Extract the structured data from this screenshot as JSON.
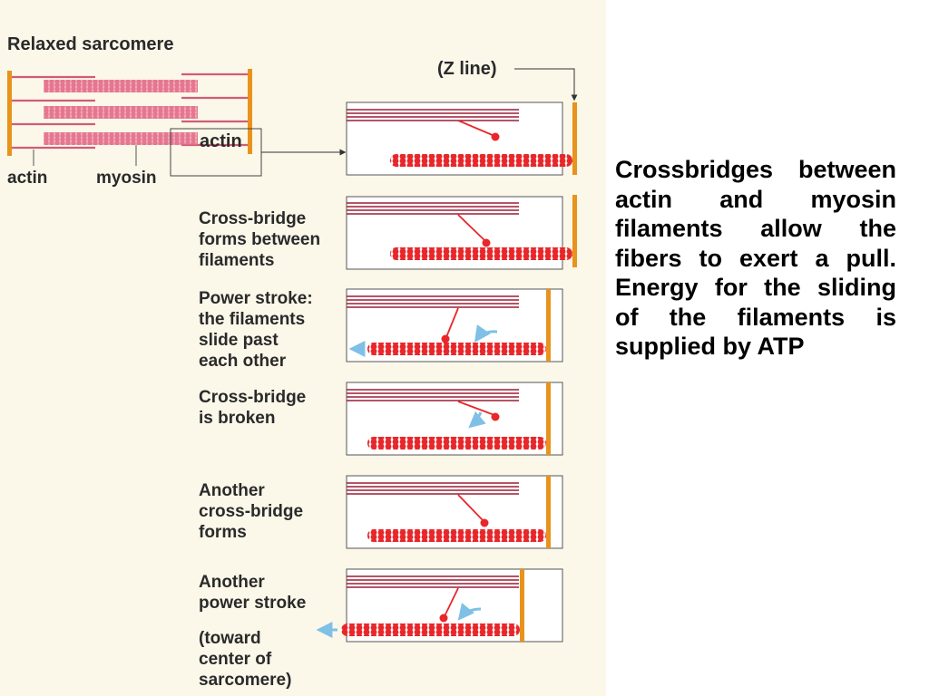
{
  "figure": {
    "title": "Relaxed sarcomere",
    "z_line_label": "(Z line)",
    "zoom_label": "actin",
    "actin_label": "actin",
    "myosin_label": "myosin"
  },
  "steps": [
    {
      "label": "Cross-bridge\nforms between\nfilaments"
    },
    {
      "label": "Power stroke:\nthe filaments\nslide past\neach other"
    },
    {
      "label": "Cross-bridge\nis broken"
    },
    {
      "label": "Another\ncross-bridge\nforms"
    },
    {
      "label": "Another\npower stroke"
    }
  ],
  "direction_note": "(toward\ncenter of\nsarcomere)",
  "description": "Crossbridges between actin and myosin filaments allow the fibers to exert a pull. Energy for the sliding of the filaments is supplied by ATP",
  "colors": {
    "panel_background": "#fbf7e9",
    "z_line": "#e8931c",
    "actin": "#e8272b",
    "myosin": "#9b1d35",
    "myosin_relaxed": "#ef6fa3",
    "arrow": "#7fc0e6"
  }
}
